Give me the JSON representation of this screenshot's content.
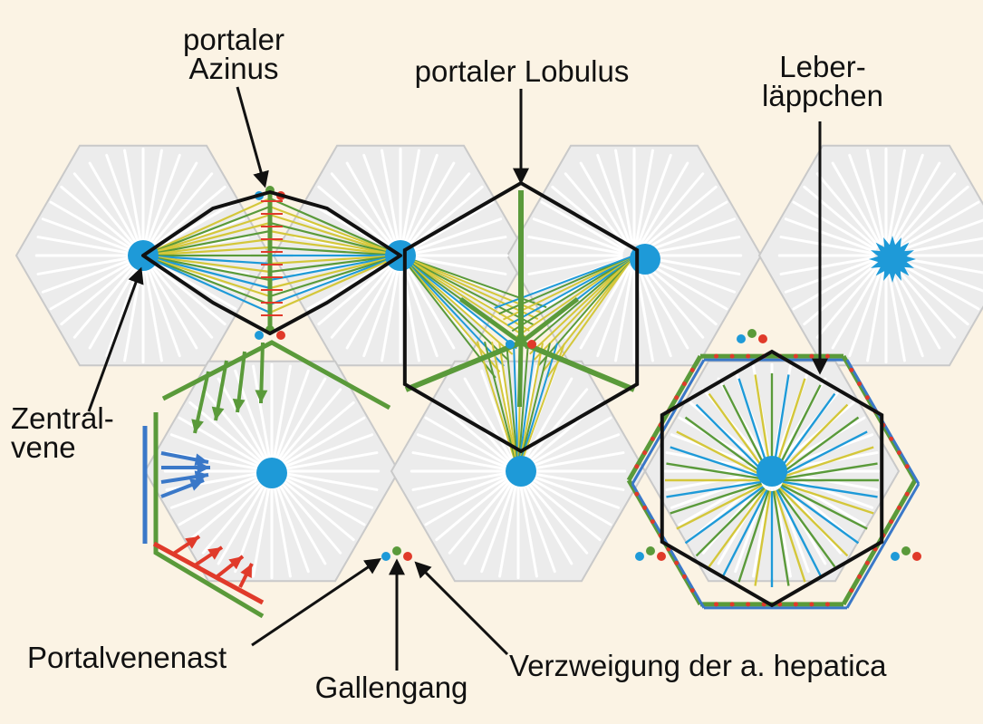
{
  "labels": {
    "portal_acinus_line1": "portaler",
    "portal_acinus_line2": "Azinus",
    "portal_lobule": "portaler Lobulus",
    "liver_lobule_line1": "Leber-",
    "liver_lobule_line2": "läppchen",
    "central_vein_line1": "Zentral-",
    "central_vein_line2": "vene",
    "portal_vein_branch": "Portalvenenast",
    "bile_duct": "Gallengang",
    "hepatic_artery_branch": "Verzweigung der a. hepatica"
  },
  "colors": {
    "background": "#fbf3e4",
    "lobule_fill": "#ececec",
    "lobule_edge": "#c9c9c9",
    "sinusoid": "#ffffff",
    "central_vein": "#1e9ad8",
    "portal_vein": "#3a78c8",
    "bile_duct": "#5a9a3a",
    "hepatic_artery": "#e03a2a",
    "bile_capillary": "#d4c73a",
    "outline": "#111111"
  }
}
